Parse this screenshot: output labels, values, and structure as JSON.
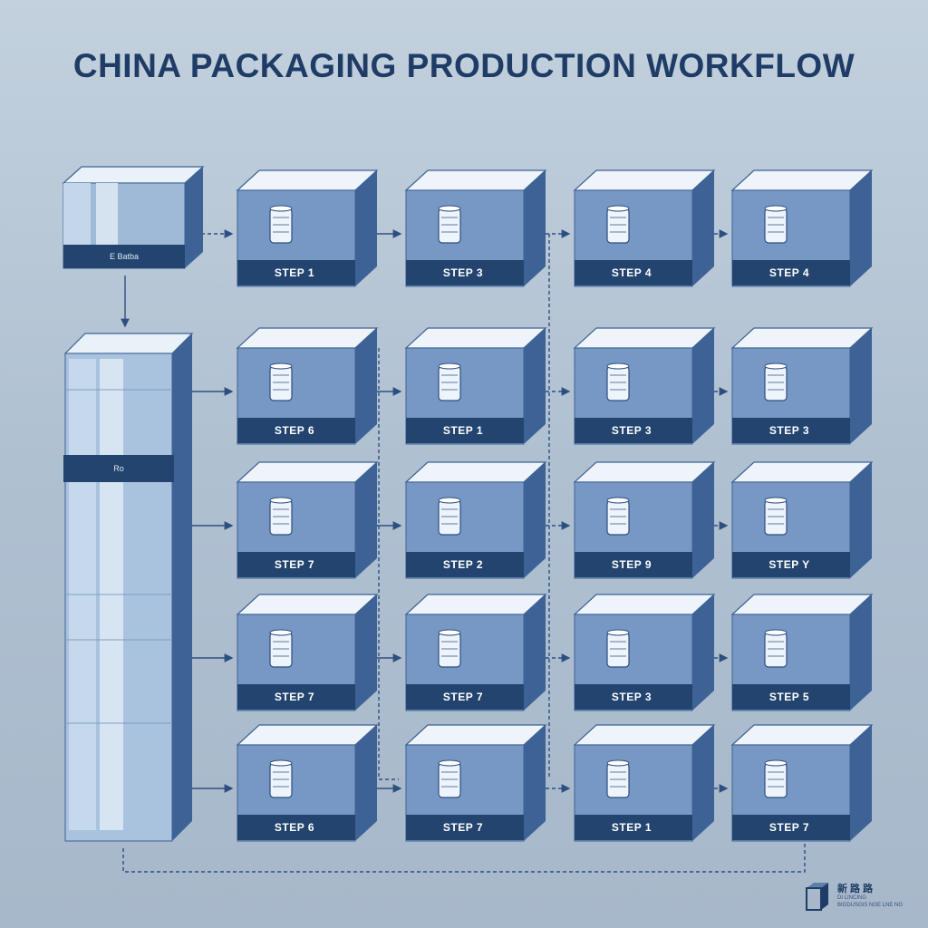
{
  "title": "CHINA PACKAGING PRODUCTION WORKFLOW",
  "source_label": "E Batba",
  "tall_label": "Ro",
  "steps": [
    [
      "STEP 1",
      "STEP 3",
      "STEP 4",
      "STEP 4"
    ],
    [
      "STEP 6",
      "STEP 1",
      "STEP 3",
      "STEP 3"
    ],
    [
      "STEP 7",
      "STEP 2",
      "STEP 9",
      "STEP Y"
    ],
    [
      "STEP 7",
      "STEP 7",
      "STEP 3",
      "STEP 5"
    ],
    [
      "STEP 6",
      "STEP 7",
      "STEP 1",
      "STEP 7"
    ]
  ],
  "logo": {
    "line1": "新 路 路",
    "line2": "DI LINCING",
    "line3": "BIGDUSGIS NGE LNE NG"
  },
  "colors": {
    "background": "#b5c5d5",
    "title": "#1f3c66",
    "box_front": "#6f92c0",
    "box_side": "#3d6295",
    "box_label": "#22446f",
    "wire": "#2d4f80"
  }
}
